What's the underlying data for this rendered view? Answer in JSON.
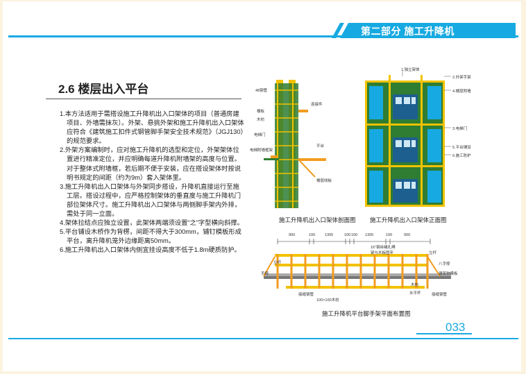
{
  "header": {
    "title": "第二部分 施工升降机"
  },
  "section": {
    "title": "2.6 楼层出入平台"
  },
  "paragraphs": [
    "1.本方法适用于需搭设施工升降机出入口架体的项目（普通房建项目、外墙需抹灰）。外架、悬挑外架和施工升降机出入口架体应符合《建筑施工扣件式钢管脚手架安全技术规范》（JGJ130）的规范要求。",
    "2.外架方案编制时，应对施工升降机的选型和定位，外架架体位置进行精准定位，并应明确每道升降机附墙架的高度与位置。对于整体式附墙框，若后期不便于安装，应在搭设架体时按说明书规定的间距（约为9m）套入架体里。",
    "3.施工升降机出入口架体与外架同步搭设，升降机直接运行至施工层。搭设过程中，应严格控制架体的垂直度与施工升降机门部位架体尺寸。施工升降机出入口架体与两侧脚手架内外排，需处于同一立面。",
    "4.架体拉结点应独立设置，此架体两端须设置“之”字型横向斜撑。",
    "5.平台铺设木桥作为背楞，间距不得大于300mm，铺钉模板形成平台，离升降机笼外边缘距离50mm。",
    "6.施工升降机出入口架体内侧宜挂设高度不低于1.8m硬质防护。"
  ],
  "figures": {
    "section_view": {
      "caption": "施工升降机出入口架体剖面图",
      "labels": [
        "48钢管",
        "楼板",
        "木枋",
        "电梯门",
        "电梯附墙框架",
        "连接件",
        "平台",
        "楼层线板"
      ]
    },
    "front_view": {
      "caption": "施工升降机出入口架体正面图",
      "labels": [
        "1.独立架体",
        "2.外架手架",
        "4.楼层附墙",
        "3.电梯门",
        "5.平台铺设",
        "6.施工防护"
      ]
    },
    "plan_view": {
      "caption": "施工升降机平台脚手架平面布置图",
      "dims": [
        "900",
        "100",
        "1305",
        "100",
        "100",
        "1305",
        "100",
        "900"
      ],
      "labels": [
        "立杆",
        "手撑",
        "16\"钢丝绳扎缚紧与木板固牢",
        "立杆",
        "八字撑",
        "建筑物模板",
        "木枋",
        "水平杆",
        "接缝钢管",
        "100×100木枋",
        "接缝钢管"
      ]
    }
  },
  "footer": {
    "page_number": "033"
  },
  "colors": {
    "accent": "#17a9e1",
    "scaffold_yellow": "#f2c200",
    "wall_green": "#2f7d32",
    "platform_orange": "#f29c1f"
  }
}
